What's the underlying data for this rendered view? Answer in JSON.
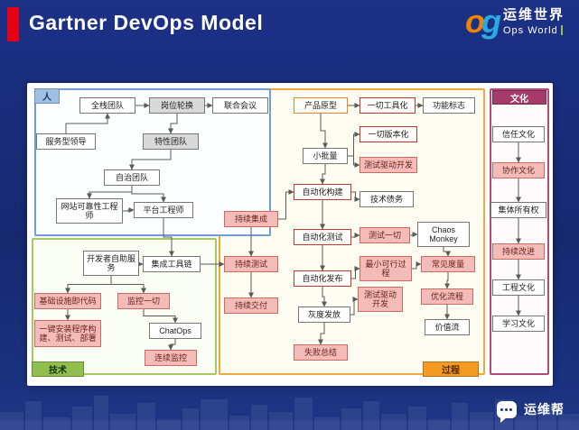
{
  "header": {
    "title": "Gartner DevOps Model",
    "logo": {
      "mark_o": "o",
      "mark_g": "g",
      "cn": "运维世界",
      "en": "Ops World"
    }
  },
  "footer": {
    "brand": "运维帮"
  },
  "colors": {
    "background": "#16296f",
    "accent_red": "#e60013",
    "people_region": "#6f9fd8",
    "tech_region": "#8fbf4d",
    "process_region": "#f59a23",
    "culture_region": "#a63a6b",
    "highlight_node": "#f3bcb8"
  },
  "regions": {
    "people": {
      "label": "人"
    },
    "tech": {
      "label": "技术"
    },
    "process": {
      "label": "过程"
    },
    "culture": {
      "label": "文化"
    }
  },
  "diagram": {
    "nodes": [
      {
        "id": "fullstack",
        "label": "全栈团队",
        "region": "people",
        "type": "plain"
      },
      {
        "id": "rotation",
        "label": "岗位轮换",
        "region": "people",
        "type": "gray"
      },
      {
        "id": "joint",
        "label": "联合会议",
        "region": "people",
        "type": "plain"
      },
      {
        "id": "leadership",
        "label": "服务型领导",
        "region": "people",
        "type": "plain"
      },
      {
        "id": "feature",
        "label": "特性团队",
        "region": "people",
        "type": "gray"
      },
      {
        "id": "autonomous",
        "label": "自治团队",
        "region": "people",
        "type": "plain"
      },
      {
        "id": "sre",
        "label": "网站可靠性工程师",
        "region": "people",
        "type": "plain"
      },
      {
        "id": "platform",
        "label": "平台工程师",
        "region": "people",
        "type": "plain"
      },
      {
        "id": "selfservice",
        "label": "开发者自助服务",
        "region": "tech",
        "type": "plain"
      },
      {
        "id": "toolchain",
        "label": "集成工具链",
        "region": "tech",
        "type": "plain"
      },
      {
        "id": "iac",
        "label": "基础设施即代码",
        "region": "tech",
        "type": "hl"
      },
      {
        "id": "monitorall",
        "label": "监控一切",
        "region": "tech",
        "type": "hl"
      },
      {
        "id": "oneclick",
        "label": "一键安装程序构建、测试、部署",
        "region": "tech",
        "type": "hl"
      },
      {
        "id": "chatops",
        "label": "ChatOps",
        "region": "tech",
        "type": "plain"
      },
      {
        "id": "contmon",
        "label": "连续监控",
        "region": "tech",
        "type": "hl"
      },
      {
        "id": "prototype",
        "label": "产品原型",
        "region": "process",
        "type": "ob"
      },
      {
        "id": "alltools",
        "label": "一切工具化",
        "region": "process",
        "type": "rb"
      },
      {
        "id": "featureflag",
        "label": "功能标志",
        "region": "process",
        "type": "plain"
      },
      {
        "id": "allversion",
        "label": "一切版本化",
        "region": "process",
        "type": "rb"
      },
      {
        "id": "tdd1",
        "label": "测试驱动开发",
        "region": "process",
        "type": "hl"
      },
      {
        "id": "smallbatch",
        "label": "小批量",
        "region": "process",
        "type": "plain"
      },
      {
        "id": "autobuild",
        "label": "自动化构建",
        "region": "process",
        "type": "rb"
      },
      {
        "id": "techdebt",
        "label": "技术债务",
        "region": "process",
        "type": "plain"
      },
      {
        "id": "ci",
        "label": "持续集成",
        "region": "process",
        "type": "hl"
      },
      {
        "id": "autotest",
        "label": "自动化测试",
        "region": "process",
        "type": "rb"
      },
      {
        "id": "testall",
        "label": "测试一切",
        "region": "process",
        "type": "hl"
      },
      {
        "id": "chaos",
        "label": "Chaos Monkey",
        "region": "process",
        "type": "plain"
      },
      {
        "id": "ct",
        "label": "持续测试",
        "region": "process",
        "type": "hl"
      },
      {
        "id": "autorelease",
        "label": "自动化发布",
        "region": "process",
        "type": "rb"
      },
      {
        "id": "mvp",
        "label": "最小可行过程",
        "region": "process",
        "type": "hl"
      },
      {
        "id": "metrics",
        "label": "常见度量",
        "region": "process",
        "type": "hl"
      },
      {
        "id": "cd",
        "label": "持续交付",
        "region": "process",
        "type": "hl"
      },
      {
        "id": "gray",
        "label": "灰度发放",
        "region": "process",
        "type": "plain"
      },
      {
        "id": "tdd2",
        "label": "测试驱动开发",
        "region": "process",
        "type": "hl"
      },
      {
        "id": "optimize",
        "label": "优化流程",
        "region": "process",
        "type": "hl"
      },
      {
        "id": "valuestream",
        "label": "价值流",
        "region": "process",
        "type": "plain"
      },
      {
        "id": "failure",
        "label": "失败总结",
        "region": "process",
        "type": "hl"
      },
      {
        "id": "trust",
        "label": "信任文化",
        "region": "culture",
        "type": "plain"
      },
      {
        "id": "collab",
        "label": "协作文化",
        "region": "culture",
        "type": "hl"
      },
      {
        "id": "ownership",
        "label": "集体所有权",
        "region": "culture",
        "type": "plain"
      },
      {
        "id": "improve",
        "label": "持续改进",
        "region": "culture",
        "type": "hl"
      },
      {
        "id": "engineering",
        "label": "工程文化",
        "region": "culture",
        "type": "plain"
      },
      {
        "id": "learning",
        "label": "学习文化",
        "region": "culture",
        "type": "plain"
      }
    ],
    "edges": [
      [
        "fullstack",
        "rotation"
      ],
      [
        "rotation",
        "joint"
      ],
      [
        "leadership",
        "fullstack"
      ],
      [
        "rotation",
        "feature"
      ],
      [
        "feature",
        "autonomous"
      ],
      [
        "autonomous",
        "sre"
      ],
      [
        "autonomous",
        "platform"
      ],
      [
        "sre",
        "platform"
      ],
      [
        "platform",
        "toolchain"
      ],
      [
        "selfservice",
        "toolchain"
      ],
      [
        "selfservice",
        "iac"
      ],
      [
        "selfservice",
        "monitorall"
      ],
      [
        "iac",
        "oneclick"
      ],
      [
        "monitorall",
        "chatops"
      ],
      [
        "chatops",
        "contmon"
      ],
      [
        "toolchain",
        "ct"
      ],
      [
        "prototype",
        "alltools"
      ],
      [
        "alltools",
        "featureflag"
      ],
      [
        "prototype",
        "smallbatch"
      ],
      [
        "smallbatch",
        "allversion"
      ],
      [
        "smallbatch",
        "tdd1"
      ],
      [
        "smallbatch",
        "autobuild"
      ],
      [
        "autobuild",
        "techdebt"
      ],
      [
        "autobuild",
        "autotest"
      ],
      [
        "ci",
        "autobuild"
      ],
      [
        "autotest",
        "testall"
      ],
      [
        "testall",
        "chaos"
      ],
      [
        "autotest",
        "autorelease"
      ],
      [
        "autorelease",
        "mvp"
      ],
      [
        "mvp",
        "metrics"
      ],
      [
        "autorelease",
        "gray"
      ],
      [
        "gray",
        "tdd2"
      ],
      [
        "gray",
        "failure"
      ],
      [
        "chaos",
        "metrics"
      ],
      [
        "metrics",
        "optimize"
      ],
      [
        "optimize",
        "valuestream"
      ],
      [
        "ci",
        "ct"
      ],
      [
        "ct",
        "cd"
      ],
      [
        "trust",
        "collab"
      ],
      [
        "collab",
        "ownership"
      ],
      [
        "ownership",
        "improve"
      ],
      [
        "improve",
        "engineering"
      ],
      [
        "engineering",
        "learning"
      ]
    ]
  }
}
